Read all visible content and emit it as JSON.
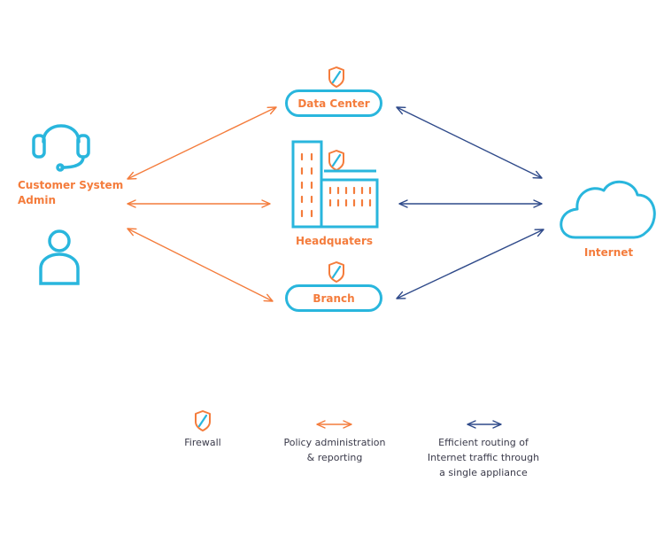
{
  "nodes": {
    "admin_label": "Customer System\nAdmin",
    "data_center": "Data Center",
    "headquarters": "Headquaters",
    "branch": "Branch",
    "internet": "Internet"
  },
  "legend": {
    "firewall": "Firewall",
    "policy": "Policy administration\n& reporting",
    "routing": "Efficient routing of\nInternet traffic through\na single appliance"
  },
  "colors": {
    "orange": "#f47c3c",
    "cyan": "#29b6dd",
    "navy": "#2f4a8a"
  },
  "icons": [
    "headset-icon",
    "user-icon",
    "firewall-icon",
    "building-icon",
    "cloud-icon"
  ]
}
